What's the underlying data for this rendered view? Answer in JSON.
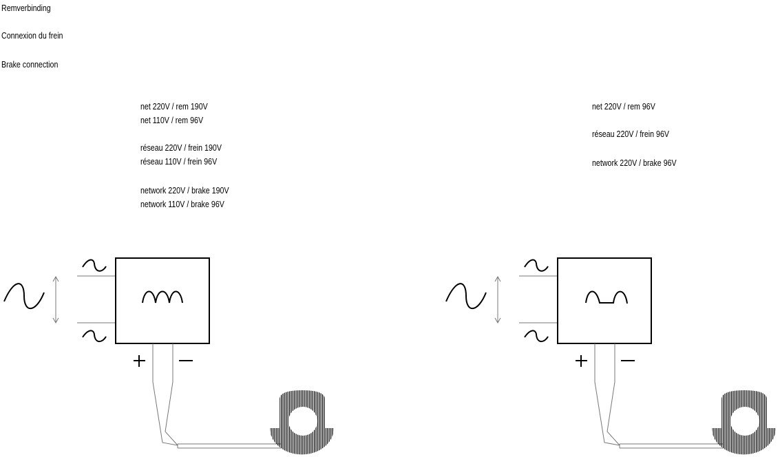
{
  "titles": [
    "Remverbinding",
    "Connexion du frein",
    "Brake connection"
  ],
  "left_specs": [
    "net 220V / rem 190V",
    "net 110V / rem 96V",
    "réseau 220V / frein 190V",
    "réseau 110V / frein 96V",
    "network 220V / brake 190V",
    "network 110V / brake 96V"
  ],
  "right_specs": [
    "net 220V / rem 96V",
    "réseau 220V / frein 96V",
    "network 220V / brake 96V"
  ],
  "polarity": {
    "plus": "+",
    "minus": "−"
  }
}
